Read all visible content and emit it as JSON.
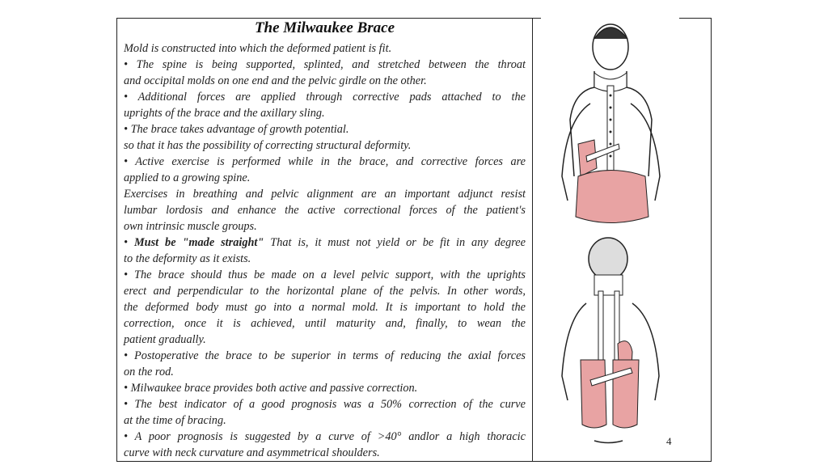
{
  "title": "The Milwaukee Brace",
  "lines": [
    {
      "text": "Mold is constructed into which the deformed patient is fit.",
      "j": false
    },
    {
      "text": "•  The spine is being supported, splinted, and stretched between the throat",
      "j": true
    },
    {
      "text": "and occipital molds on one end and the pelvic girdle on the other.",
      "j": false
    },
    {
      "text": "• Additional forces are applied through corrective pads attached to the",
      "j": true
    },
    {
      "text": "uprights of  the brace and the axillary sling.",
      "j": false
    },
    {
      "text": "• The brace takes advantage of growth potential.",
      "j": false
    },
    {
      "text": "so that it has the possibility of correcting structural deformity.",
      "j": false
    },
    {
      "text": "• Active exercise is performed while in the brace, and corrective forces are",
      "j": true
    },
    {
      "text": "applied to a growing spine.",
      "j": false
    },
    {
      "text": "Exercises in breathing and pelvic alignment are an important adjunct resist",
      "j": true
    },
    {
      "text": "lumbar lordosis and enhance the active correctional forces of the patient's",
      "j": true
    },
    {
      "text": "own intrinsic muscle groups.",
      "j": false
    },
    {
      "text": "",
      "j": true,
      "bold": "Must be \"made straight\"",
      "rest": " That is, it must not yield or be fit in any degree"
    },
    {
      "text": "to the deformity as it exists.",
      "j": false
    },
    {
      "text": "• The brace should thus be made on a level pelvic support, with the uprights",
      "j": true
    },
    {
      "text": "erect and perpendicular to the horizontal plane of the pelvis. In other words,",
      "j": true
    },
    {
      "text": "the deformed body must go into a normal mold. It is important to hold the",
      "j": true
    },
    {
      "text": "correction, once it is achieved, until maturity and, finally, to wean the",
      "j": true
    },
    {
      "text": "patient gradually.",
      "j": false
    },
    {
      "text": "• Postoperative the brace to be superior in terms of reducing the axial forces",
      "j": true
    },
    {
      "text": "on the rod.",
      "j": false
    },
    {
      "text": "• Milwaukee brace provides both active and passive correction.",
      "j": false
    },
    {
      "text": "• The best indicator of a good prognosis was a 50% correction of the curve",
      "j": true
    },
    {
      "text": "at the time of bracing.",
      "j": false
    },
    {
      "text": "• A poor prognosis is suggested by a curve of >40° andlor a high thoracic",
      "j": true
    },
    {
      "text": "curve with neck curvature and asymmetrical shoulders.",
      "j": false
    }
  ],
  "page_number": "4",
  "colors": {
    "brace_pink": "#e8a3a3",
    "ink": "#222222"
  }
}
